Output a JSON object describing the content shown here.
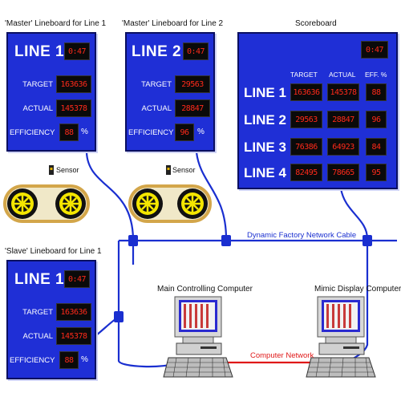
{
  "master1": {
    "caption": "'Master' Lineboard for Line 1",
    "title": "LINE 1",
    "clock": "0:47",
    "target_label": "TARGET",
    "target": "163636",
    "actual_label": "ACTUAL",
    "actual": "145378",
    "efficiency_label": "EFFICIENCY",
    "efficiency": "88",
    "pct": "%"
  },
  "master2": {
    "caption": "'Master' Lineboard for Line 2",
    "title": "LINE 2",
    "clock": "0:47",
    "target_label": "TARGET",
    "target": "29563",
    "actual_label": "ACTUAL",
    "actual": "28847",
    "efficiency_label": "EFFICIENCY",
    "efficiency": "96",
    "pct": "%"
  },
  "slave1": {
    "caption": "'Slave' Lineboard for Line 1",
    "title": "LINE 1",
    "clock": "0:47",
    "target_label": "TARGET",
    "target": "163636",
    "actual_label": "ACTUAL",
    "actual": "145378",
    "efficiency_label": "EFFICIENCY",
    "efficiency": "88",
    "pct": "%"
  },
  "scoreboard": {
    "caption": "Scoreboard",
    "clock": "0:47",
    "col_target": "TARGET",
    "col_actual": "ACTUAL",
    "col_eff": "EFF. %",
    "rows": [
      {
        "line": "LINE 1",
        "target": "163636",
        "actual": "145378",
        "eff": "88"
      },
      {
        "line": "LINE 2",
        "target": "29563",
        "actual": "28847",
        "eff": "96"
      },
      {
        "line": "LINE 3",
        "target": "76386",
        "actual": "64923",
        "eff": "84"
      },
      {
        "line": "LINE 4",
        "target": "82495",
        "actual": "78665",
        "eff": "95"
      }
    ]
  },
  "sensor1": {
    "label": "Sensor"
  },
  "sensor2": {
    "label": "Sensor"
  },
  "network": {
    "cable_label": "Dynamic Factory Network Cable",
    "computer_network_label": "Computer Network"
  },
  "computers": {
    "main_label": "Main Controlling Computer",
    "mimic_label": "Mimic Display Computer"
  },
  "colors": {
    "board_blue": "#1f2fd6",
    "led_red": "#ff2a1a",
    "cable_blue": "#1a2fd0",
    "network_red": "#e01818"
  }
}
